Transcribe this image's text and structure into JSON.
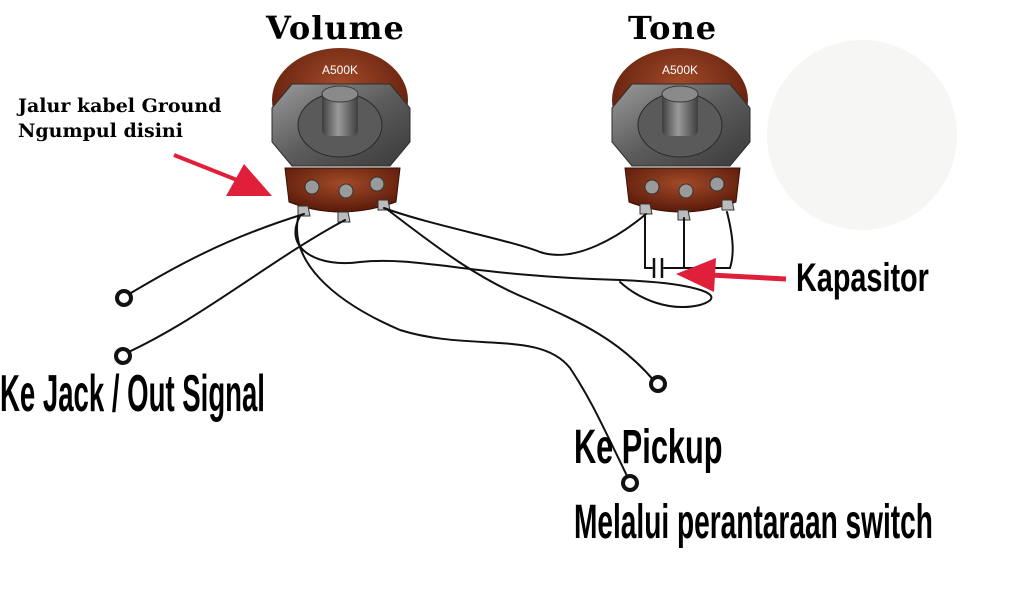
{
  "pots": [
    {
      "title": "Volume",
      "marking": "A500K"
    },
    {
      "title": "Tone",
      "marking": "A500K"
    }
  ],
  "labels": {
    "ground_line1": "Jalur kabel Ground",
    "ground_line2": "Ngumpul disini",
    "capacitor": "Kapasitor",
    "jack": "Ke Jack / Out Signal",
    "pickup_line1": "Ke Pickup",
    "pickup_line2": "Melalui perantaraan  switch"
  },
  "colors": {
    "pot_body": "#7a2a14",
    "pot_shaft": "#6e6e6e",
    "arrow": "#e0203a",
    "wire": "#111111"
  }
}
